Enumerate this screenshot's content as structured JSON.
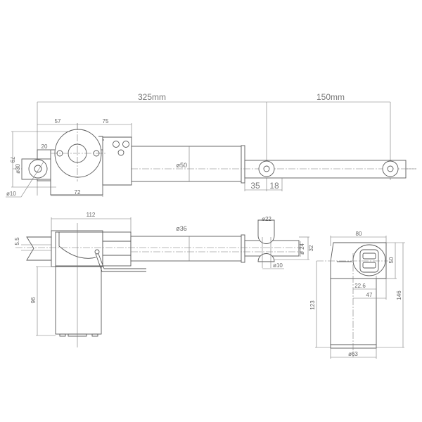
{
  "title": "Linear actuator dimension drawing",
  "top_view": {
    "stroke_length": "325mm",
    "extension": "150mm",
    "dim_57": "57",
    "dim_75": "75",
    "dim_20": "20",
    "dim_79": "79",
    "dia_30": "ø30",
    "dia_10": "ø10",
    "dim_72": "72",
    "dia_50": "ø50",
    "dim_35": "35",
    "dim_18": "18"
  },
  "front_view": {
    "dim_112": "112",
    "dim_5_5": "5.5",
    "dia_36": "ø36",
    "dia_22": "ø22",
    "dia_24": "ø 24",
    "dim_32": "32",
    "dia_10": "ø10",
    "dim_96": "96"
  },
  "side_view": {
    "dim_80": "80",
    "dim_50": "50",
    "dim_146": "146",
    "dim_123": "123",
    "dim_22_6": "22.6",
    "dim_47": "47",
    "dia_63": "ø63"
  }
}
